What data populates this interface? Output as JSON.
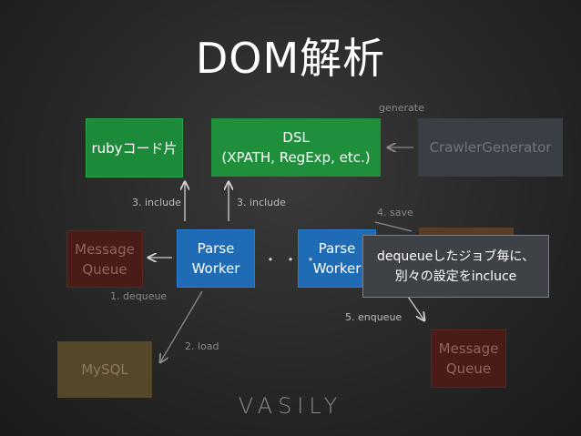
{
  "title": "DOM解析",
  "nodes": {
    "ruby_snippet": "rubyコード片",
    "dsl": "DSL\n(XPATH, RegExp, etc.)",
    "crawler_generator": "CrawlerGenerator",
    "message_queue_left": "Message\nQueue",
    "parse_worker_1": "Parse\nWorker",
    "parse_worker_2": "Parse\nWorker",
    "message_queue_right": "Message\nQueue",
    "mysql": "MySQL"
  },
  "labels": {
    "generate": "generate",
    "include_left": "3. include",
    "include_right": "3. include",
    "save": "4. save",
    "dequeue": "1. dequeue",
    "enqueue": "5. enqueue",
    "load": "2. load",
    "ellipsis": "・・・"
  },
  "tooltip": {
    "line1": "dequeueしたジョブ毎に、",
    "line2": "別々の設定をincluce"
  },
  "logo": "VASILY",
  "colors": {
    "green": "#1d8a3a",
    "blue": "#1f6bb5",
    "dim_red": "#4a1c17",
    "dim_gray": "#3a3f45",
    "dim_olive": "#55482a"
  }
}
